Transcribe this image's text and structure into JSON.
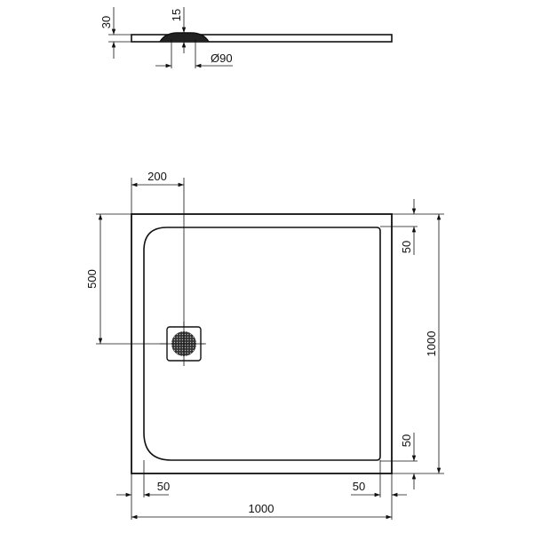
{
  "diagram": {
    "type": "technical-drawing",
    "subject": "square shower tray with corner drain",
    "colors": {
      "line": "#111111",
      "background": "#ffffff"
    },
    "side_view": {
      "labels": {
        "thickness": "30",
        "drain_depth": "15",
        "drain_diameter": "Ø90"
      }
    },
    "top_view": {
      "labels": {
        "drain_offset_x": "200",
        "drain_offset_y": "500",
        "rim_top": "50",
        "rim_bottom": "50",
        "height": "1000",
        "rim_left": "50",
        "rim_right": "50",
        "width": "1000"
      },
      "drain_icon": "grate-drain"
    }
  }
}
